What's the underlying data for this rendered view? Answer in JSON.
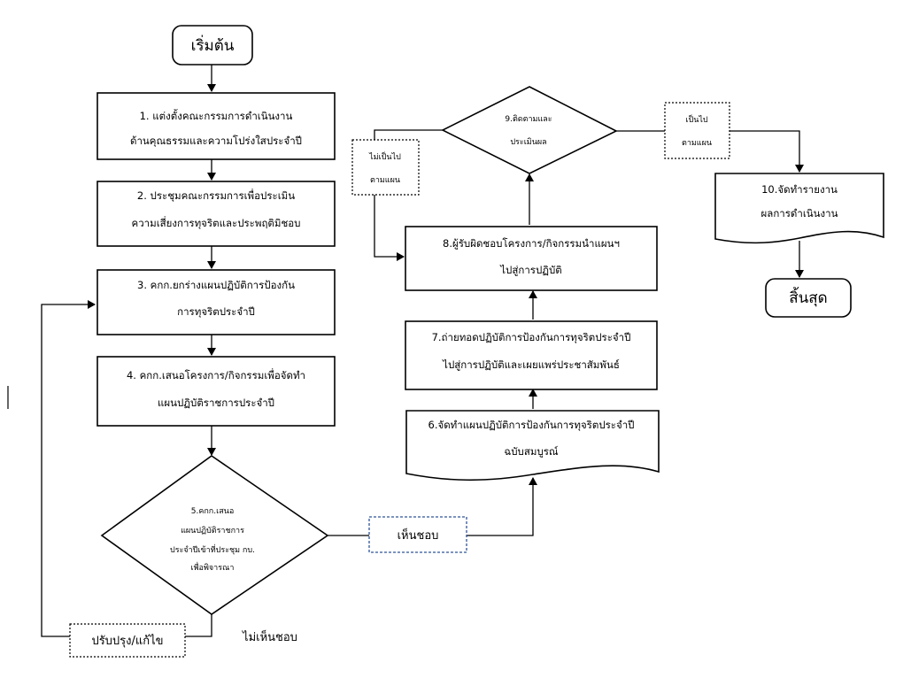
{
  "start": {
    "label": "เริ่มต้น"
  },
  "end": {
    "label": "สิ้นสุด"
  },
  "steps": [
    {
      "line1": "1. แต่งตั้งคณะกรรมการดำเนินงาน",
      "line2": "ด้านคุณธรรมและความโปร่งใสประจำปี"
    },
    {
      "line1": "2. ประชุมคณะกรรมการเพื่อประเมิน",
      "line2": "ความเสี่ยงการทุจริตและประพฤติมิชอบ"
    },
    {
      "line1": "3. คกก.ยกร่างแผนปฏิบัติการป้องกัน",
      "line2": "การทุจริตประจำปี"
    },
    {
      "line1": "4. คกก.เสนอโครงการ/กิจกรรมเพื่อจัดทำ",
      "line2": "แผนปฏิบัติราชการประจำปี"
    }
  ],
  "decision5": {
    "line1": "5.คกก.เสนอ",
    "line2": "แผนปฏิบัติราชการ",
    "line3": "ประจำปีเข้าที่ประชุม กบ.",
    "line4": "เพื่อพิจารณา"
  },
  "step6": {
    "line1": "6.จัดทำแผนปฏิบัติการป้องกันการทุจริตประจำปี",
    "line2": "ฉบับสมบูรณ์"
  },
  "step7": {
    "line1": "7.ถ่ายทอดปฏิบัติการป้องกันการทุจริตประจำปี",
    "line2": "ไปสู่การปฏิบัติและเผยแพร่ประชาสัมพันธ์"
  },
  "step8": {
    "line1": "8.ผู้รับผิดชอบโครงการ/กิจกรรมนำแผนฯ",
    "line2": "ไปสู่การปฏิบัติ"
  },
  "decision9": {
    "line1": "9.ติดตามและ",
    "line2": "ประเมินผล"
  },
  "step10": {
    "line1": "10.จัดทำรายงาน",
    "line2": "ผลการดำเนินงาน"
  },
  "labels": {
    "approved": "เห็นชอบ",
    "not_approved": "ไม่เห็นชอบ",
    "revise": "ปรับปรุง/แก้ไข",
    "not_as_planned_1": "ไม่เป็นไป",
    "not_as_planned_2": "ตามแผน",
    "as_planned_1": "เป็นไป",
    "as_planned_2": "ตามแผน"
  }
}
